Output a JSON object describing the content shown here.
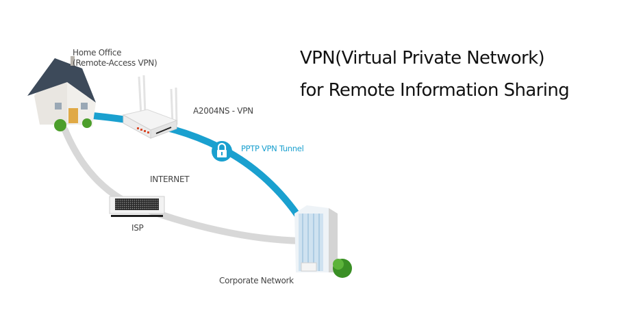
{
  "title": {
    "line1": "VPN(Virtual Private Network)",
    "line2": "for Remote Information Sharing"
  },
  "nodes": {
    "home_office": {
      "label_line1": "Home Office",
      "label_line2": "(Remote-Access VPN)",
      "icon": "house-icon"
    },
    "router": {
      "label": "A2004NS - VPN",
      "icon": "router-icon"
    },
    "tunnel": {
      "label": "PPTP VPN Tunnel",
      "icon": "lock-icon"
    },
    "internet": {
      "label": "INTERNET"
    },
    "isp": {
      "label": "ISP",
      "icon": "server-rack-icon"
    },
    "corporate": {
      "label": "Corporate Network",
      "icon": "office-building-icon"
    }
  },
  "colors": {
    "tunnel": "#1aa0cf",
    "internet_path": "#d6d6d6",
    "title_text": "#111111",
    "label_text": "#444444"
  }
}
